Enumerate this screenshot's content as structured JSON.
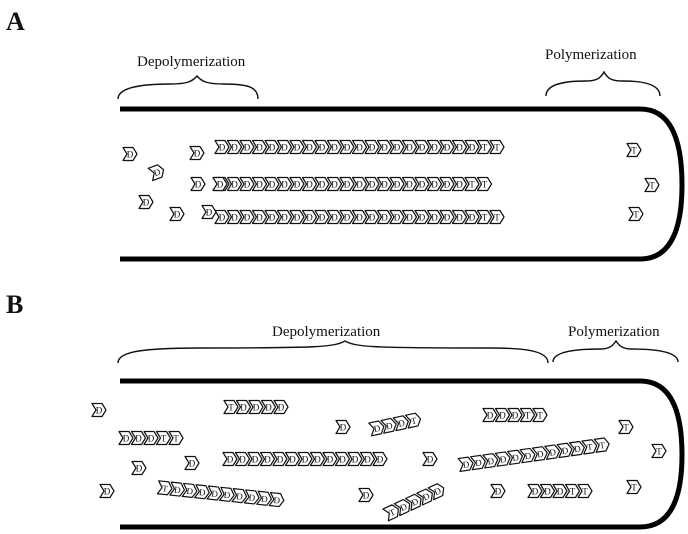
{
  "panels": [
    {
      "id": "A",
      "label": "A",
      "left_label": "Depolymerization",
      "right_label": "Polymerization",
      "filaments": [
        {
          "seq": "DDDDDDDDDDDDDDDDDDDDDTT"
        },
        {
          "seq": "DDDDDDDDDDDDDDDDDDDDTT"
        },
        {
          "seq": "DDDDDDDDDDDDDDDDDDDDDTT"
        }
      ],
      "free_subunits": [
        {
          "letter": "D"
        },
        {
          "letter": "D"
        },
        {
          "letter": "D"
        },
        {
          "letter": "D"
        },
        {
          "letter": "D"
        },
        {
          "letter": "D"
        },
        {
          "letter": "D"
        },
        {
          "letter": "D"
        },
        {
          "letter": "T"
        },
        {
          "letter": "T"
        },
        {
          "letter": "T"
        }
      ]
    },
    {
      "id": "B",
      "label": "B",
      "left_label": "Depolymerization",
      "right_label": "Polymerization",
      "filaments": [
        {
          "seq": "TDDDD"
        },
        {
          "seq": "DDDT"
        },
        {
          "seq": "DDDTT"
        },
        {
          "seq": "DDDTT"
        },
        {
          "seq": "DDDDDDDDDDDDD"
        },
        {
          "seq": "DDDDDDDDDDTT"
        },
        {
          "seq": "TDDDDDDDDD"
        },
        {
          "seq": "TDDDD"
        },
        {
          "seq": "DDDTT"
        }
      ],
      "free_subunits": [
        {
          "letter": "D"
        },
        {
          "letter": "D"
        },
        {
          "letter": "D"
        },
        {
          "letter": "D"
        },
        {
          "letter": "D"
        },
        {
          "letter": "D"
        },
        {
          "letter": "D"
        },
        {
          "letter": "D"
        },
        {
          "letter": "T"
        },
        {
          "letter": "T"
        },
        {
          "letter": "T"
        }
      ]
    }
  ]
}
